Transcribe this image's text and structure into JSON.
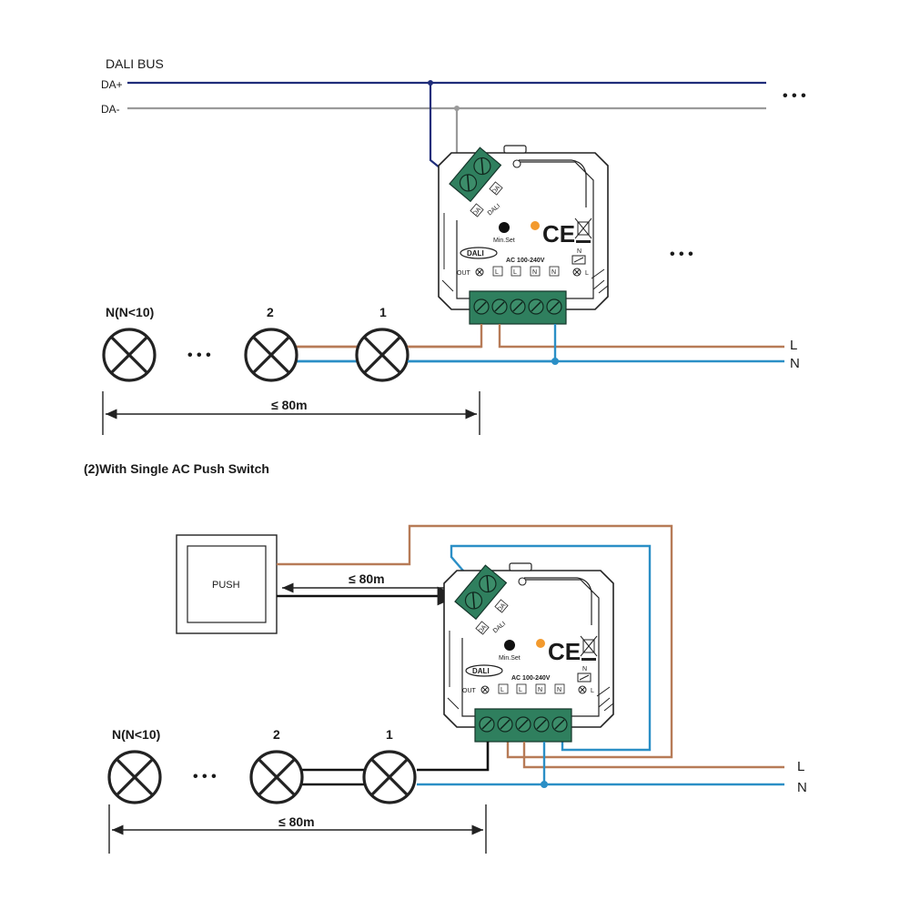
{
  "diagram1": {
    "bus_title": "DALI BUS",
    "da_plus": "DA+",
    "da_minus": "DA-",
    "bus_more": "• • •",
    "side_more": "• • •",
    "lamp_labels": [
      "N(N<10)",
      "2",
      "1"
    ],
    "lamp_more": "• • •",
    "line_l": "L",
    "line_n": "N",
    "distance": "≤ 80m"
  },
  "section2_title": "(2)With Single AC Push Switch",
  "diagram2": {
    "push_label": "PUSH",
    "switch_distance": "≤ 80m",
    "lamp_labels": [
      "N(N<10)",
      "2",
      "1"
    ],
    "lamp_more": "• • •",
    "line_l": "L",
    "line_n": "N",
    "distance": "≤ 80m"
  },
  "device": {
    "da_label_left": "DA",
    "da_label_right": "DA",
    "dali_under": "DALI",
    "button_label": "Min.Set",
    "ce_mark": "CE",
    "dali_logo": "DALI",
    "voltage": "AC 100-240V",
    "out_label": "OUT",
    "terminals": [
      "L",
      "L",
      "N",
      "N"
    ],
    "n_mark": "N",
    "l_mark": "L"
  },
  "colors": {
    "da_plus_wire": "#1f2d7a",
    "da_minus_wire": "#9a9a9a",
    "live_wire": "#b77b57",
    "neutral_wire": "#2b8fc6",
    "terminal_green": "#2f7f5e",
    "led_orange": "#f39a2e"
  }
}
